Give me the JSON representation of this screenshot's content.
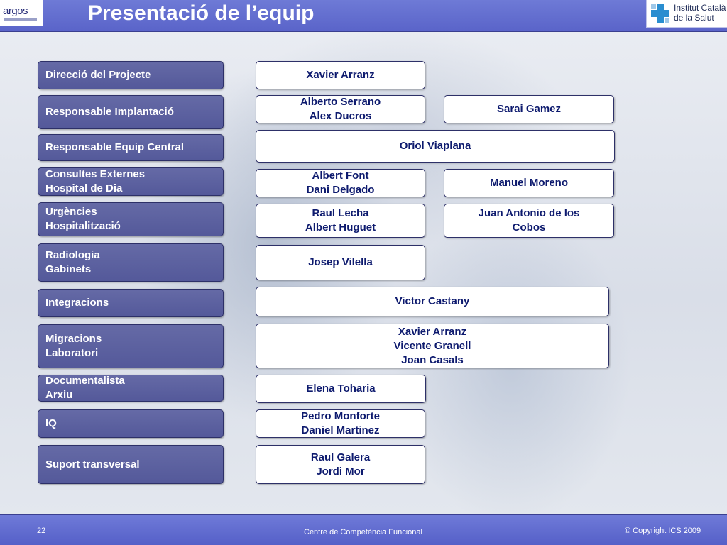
{
  "header": {
    "title": "Presentació de l’equip",
    "logo_left_text": "argos",
    "logo_right_line1": "Institut Català",
    "logo_right_line2": "de la Salut"
  },
  "rows": [
    {
      "label": [
        "Direcció del Projecte"
      ],
      "names": [
        [
          "Xavier Arranz"
        ]
      ]
    },
    {
      "label": [
        "Responsable Implantació"
      ],
      "names": [
        [
          "Alberto Serrano",
          "Alex Ducros"
        ],
        [
          "Sarai Gamez"
        ]
      ]
    },
    {
      "label": [
        "Responsable  Equip Central"
      ],
      "names": [
        [
          "Oriol Viaplana"
        ]
      ]
    },
    {
      "label": [
        "Consultes Externes",
        "Hospital de Dia"
      ],
      "names": [
        [
          "Albert Font",
          "Dani Delgado"
        ],
        [
          "Manuel Moreno"
        ]
      ]
    },
    {
      "label": [
        "Urgències",
        "Hospitalització"
      ],
      "names": [
        [
          "Raul Lecha",
          "Albert Huguet"
        ],
        [
          "Juan Antonio de los",
          "Cobos"
        ]
      ]
    },
    {
      "label": [
        "Radiologia",
        "Gabinets"
      ],
      "names": [
        [
          "Josep Vilella"
        ]
      ]
    },
    {
      "label": [
        "Integracions"
      ],
      "names": [
        [
          "Victor Castany"
        ]
      ]
    },
    {
      "label": [
        "Migracions",
        "Laboratori"
      ],
      "names": [
        [
          "Xavier Arranz",
          "Vicente Granell",
          "Joan Casals"
        ]
      ]
    },
    {
      "label": [
        "Documentalista",
        "Arxiu"
      ],
      "names": [
        [
          "Elena Toharia"
        ]
      ]
    },
    {
      "label": [
        "IQ"
      ],
      "names": [
        [
          "Pedro Monforte",
          "Daniel Martinez"
        ]
      ]
    },
    {
      "label": [
        "Suport transversal"
      ],
      "names": [
        [
          "Raul Galera",
          "Jordi Mor"
        ]
      ]
    }
  ],
  "footer": {
    "page_number": "22",
    "center_text": "Centre de Competència Funcional",
    "copyright": "© Copyright ICS 2009"
  }
}
